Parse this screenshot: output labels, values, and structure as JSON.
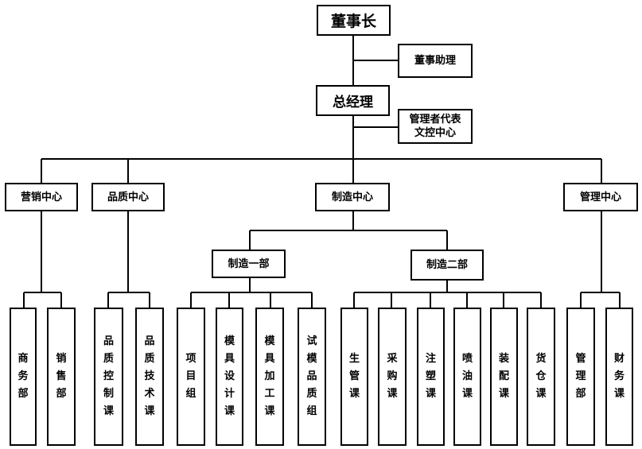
{
  "org": {
    "chairman": "董事长",
    "chairman_assistant": "董事助理",
    "general_manager": "总经理",
    "mgmt_rep_line1": "管理者代表",
    "mgmt_rep_line2": "文控中心",
    "centers": {
      "sales": "营销中心",
      "quality": "品质中心",
      "manufacturing": "制造中心",
      "management": "管理中心"
    },
    "divisions": {
      "mfg_one": "制造一部",
      "mfg_two": "制造二部"
    },
    "departments": {
      "business": "商务部",
      "sales_dept": "销售部",
      "qc_section": "品质控制课",
      "qt_section": "品质技术课",
      "project_group": "项目组",
      "mold_design": "模具设计课",
      "mold_processing": "模具加工课",
      "trial_mold_qc": "试模品质组",
      "production_mgmt": "生管课",
      "purchasing": "采购课",
      "injection": "注塑课",
      "painting": "喷油课",
      "assembly": "装配课",
      "warehouse": "货仓课",
      "management_dept": "管理部",
      "finance": "财务课"
    }
  }
}
